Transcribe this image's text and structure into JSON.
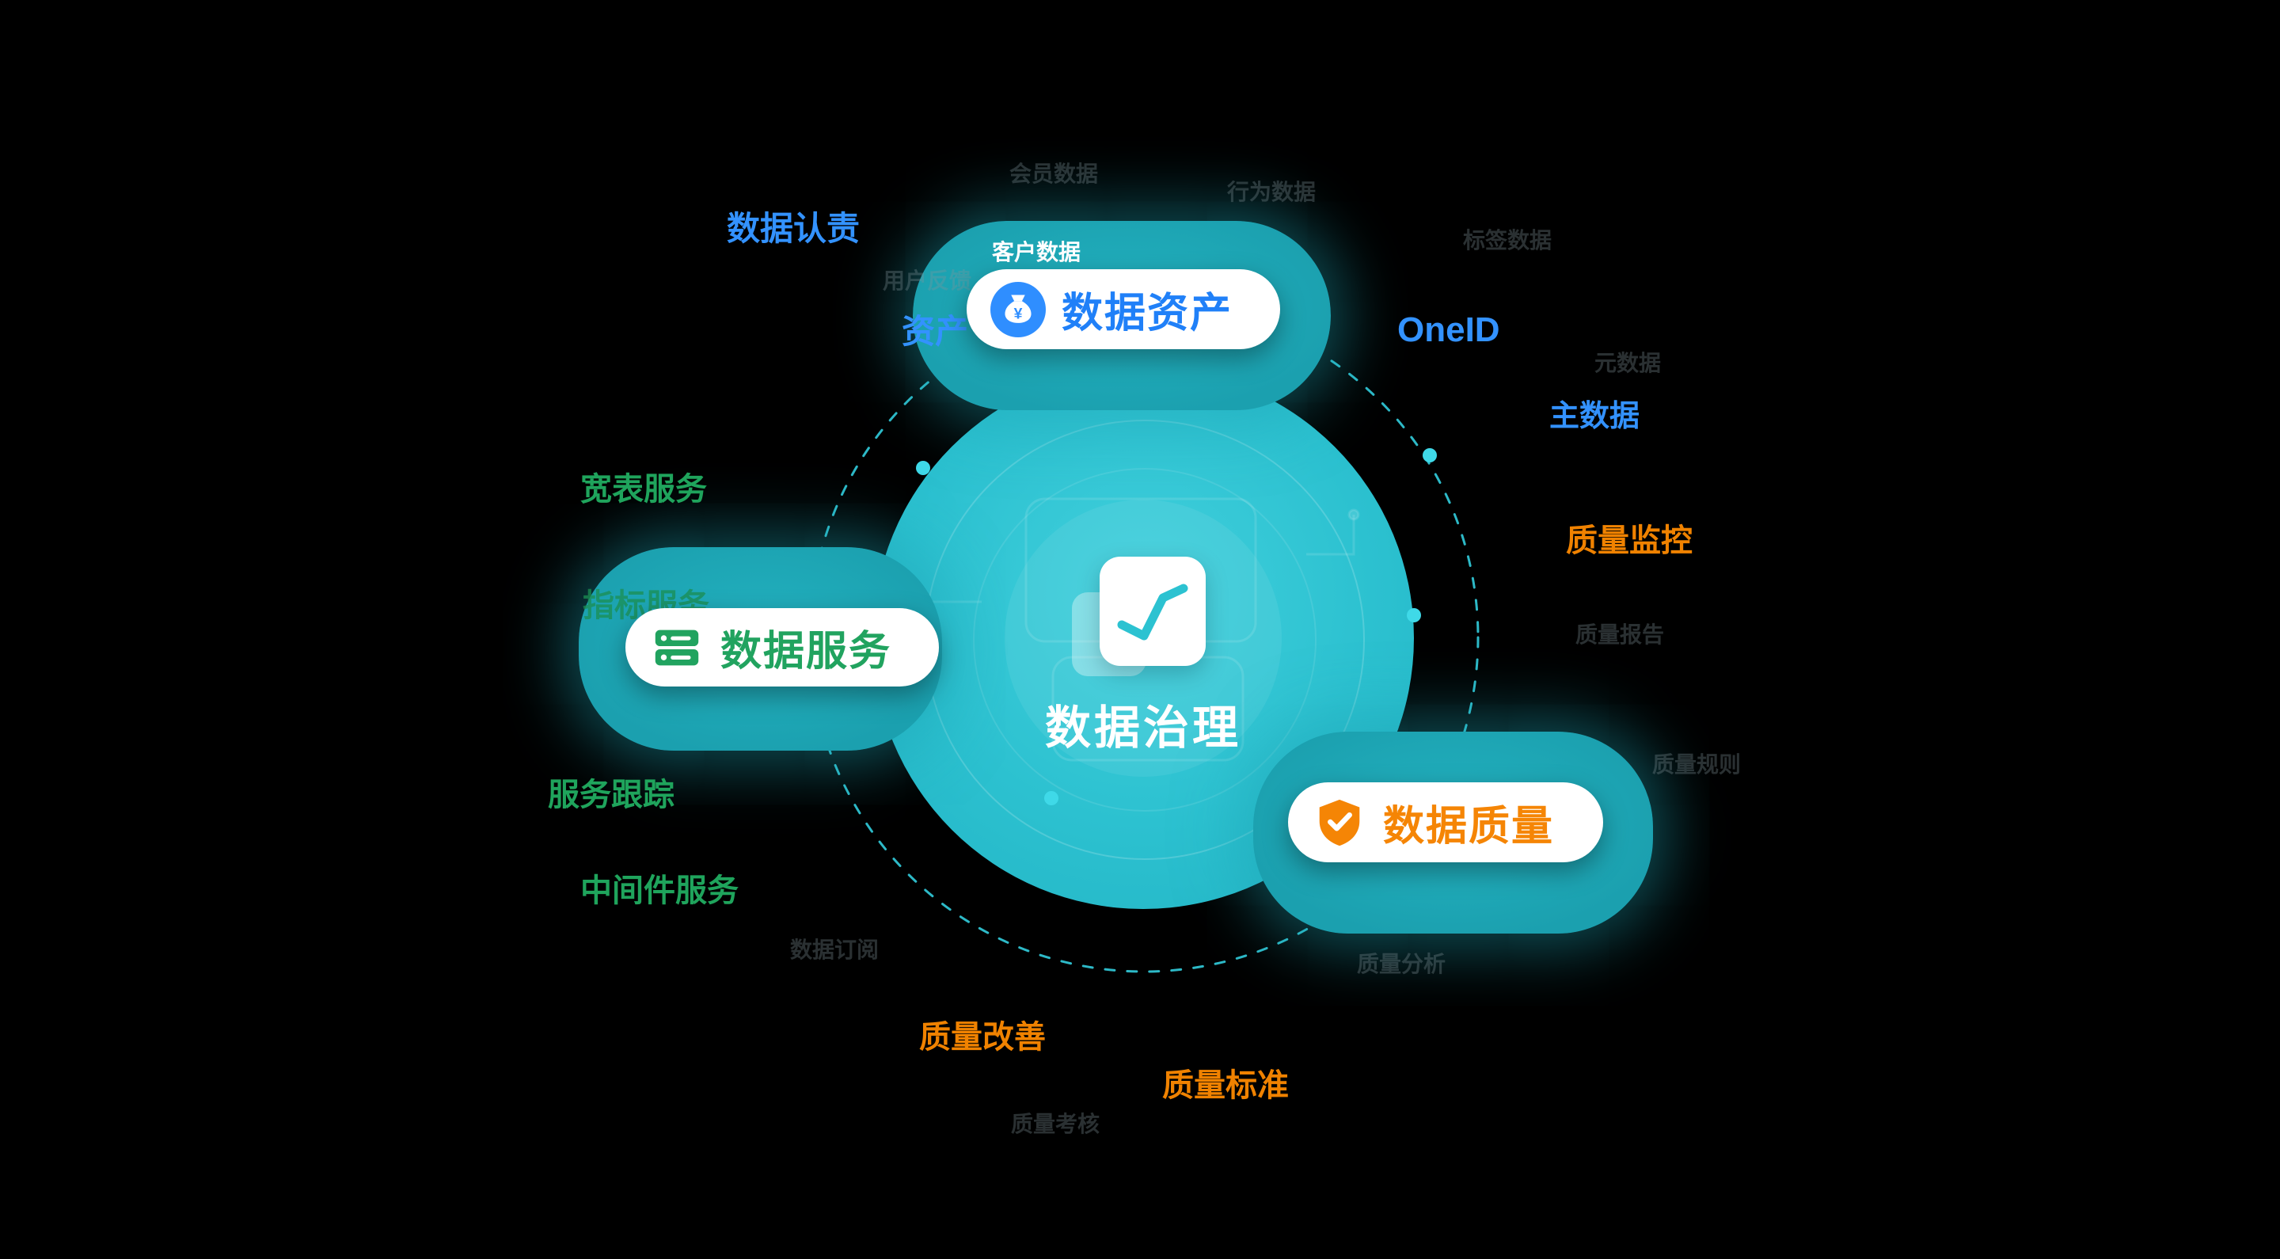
{
  "title": "数据治理",
  "pills": {
    "assets": {
      "label": "数据资产",
      "color": "#2080f8",
      "icon": "money-bag-icon"
    },
    "services": {
      "label": "数据服务",
      "color": "#21a35f",
      "icon": "database-icon"
    },
    "quality": {
      "label": "数据质量",
      "color": "#f58505",
      "icon": "shield-check-icon"
    }
  },
  "labels": {
    "white": [
      "客户数据"
    ],
    "blue": [
      "数据认责",
      "资产",
      "OneID",
      "主数据"
    ],
    "green": [
      "宽表服务",
      "指标服务",
      "服务跟踪",
      "中间件服务"
    ],
    "orange": [
      "质量监控",
      "质量改善",
      "质量标准"
    ],
    "dim": [
      "会员数据",
      "行为数据",
      "用户反馈",
      "标签数据",
      "元数据",
      "质量报告",
      "质量规则",
      "质量分析",
      "数据订阅",
      "质量考核"
    ]
  },
  "colors": {
    "background": "#000000",
    "circle": "#2cc1d0",
    "dashed_ring": "#2fc3d2",
    "blue": "#3392ff",
    "green": "#1fa45c",
    "orange": "#f08200"
  }
}
